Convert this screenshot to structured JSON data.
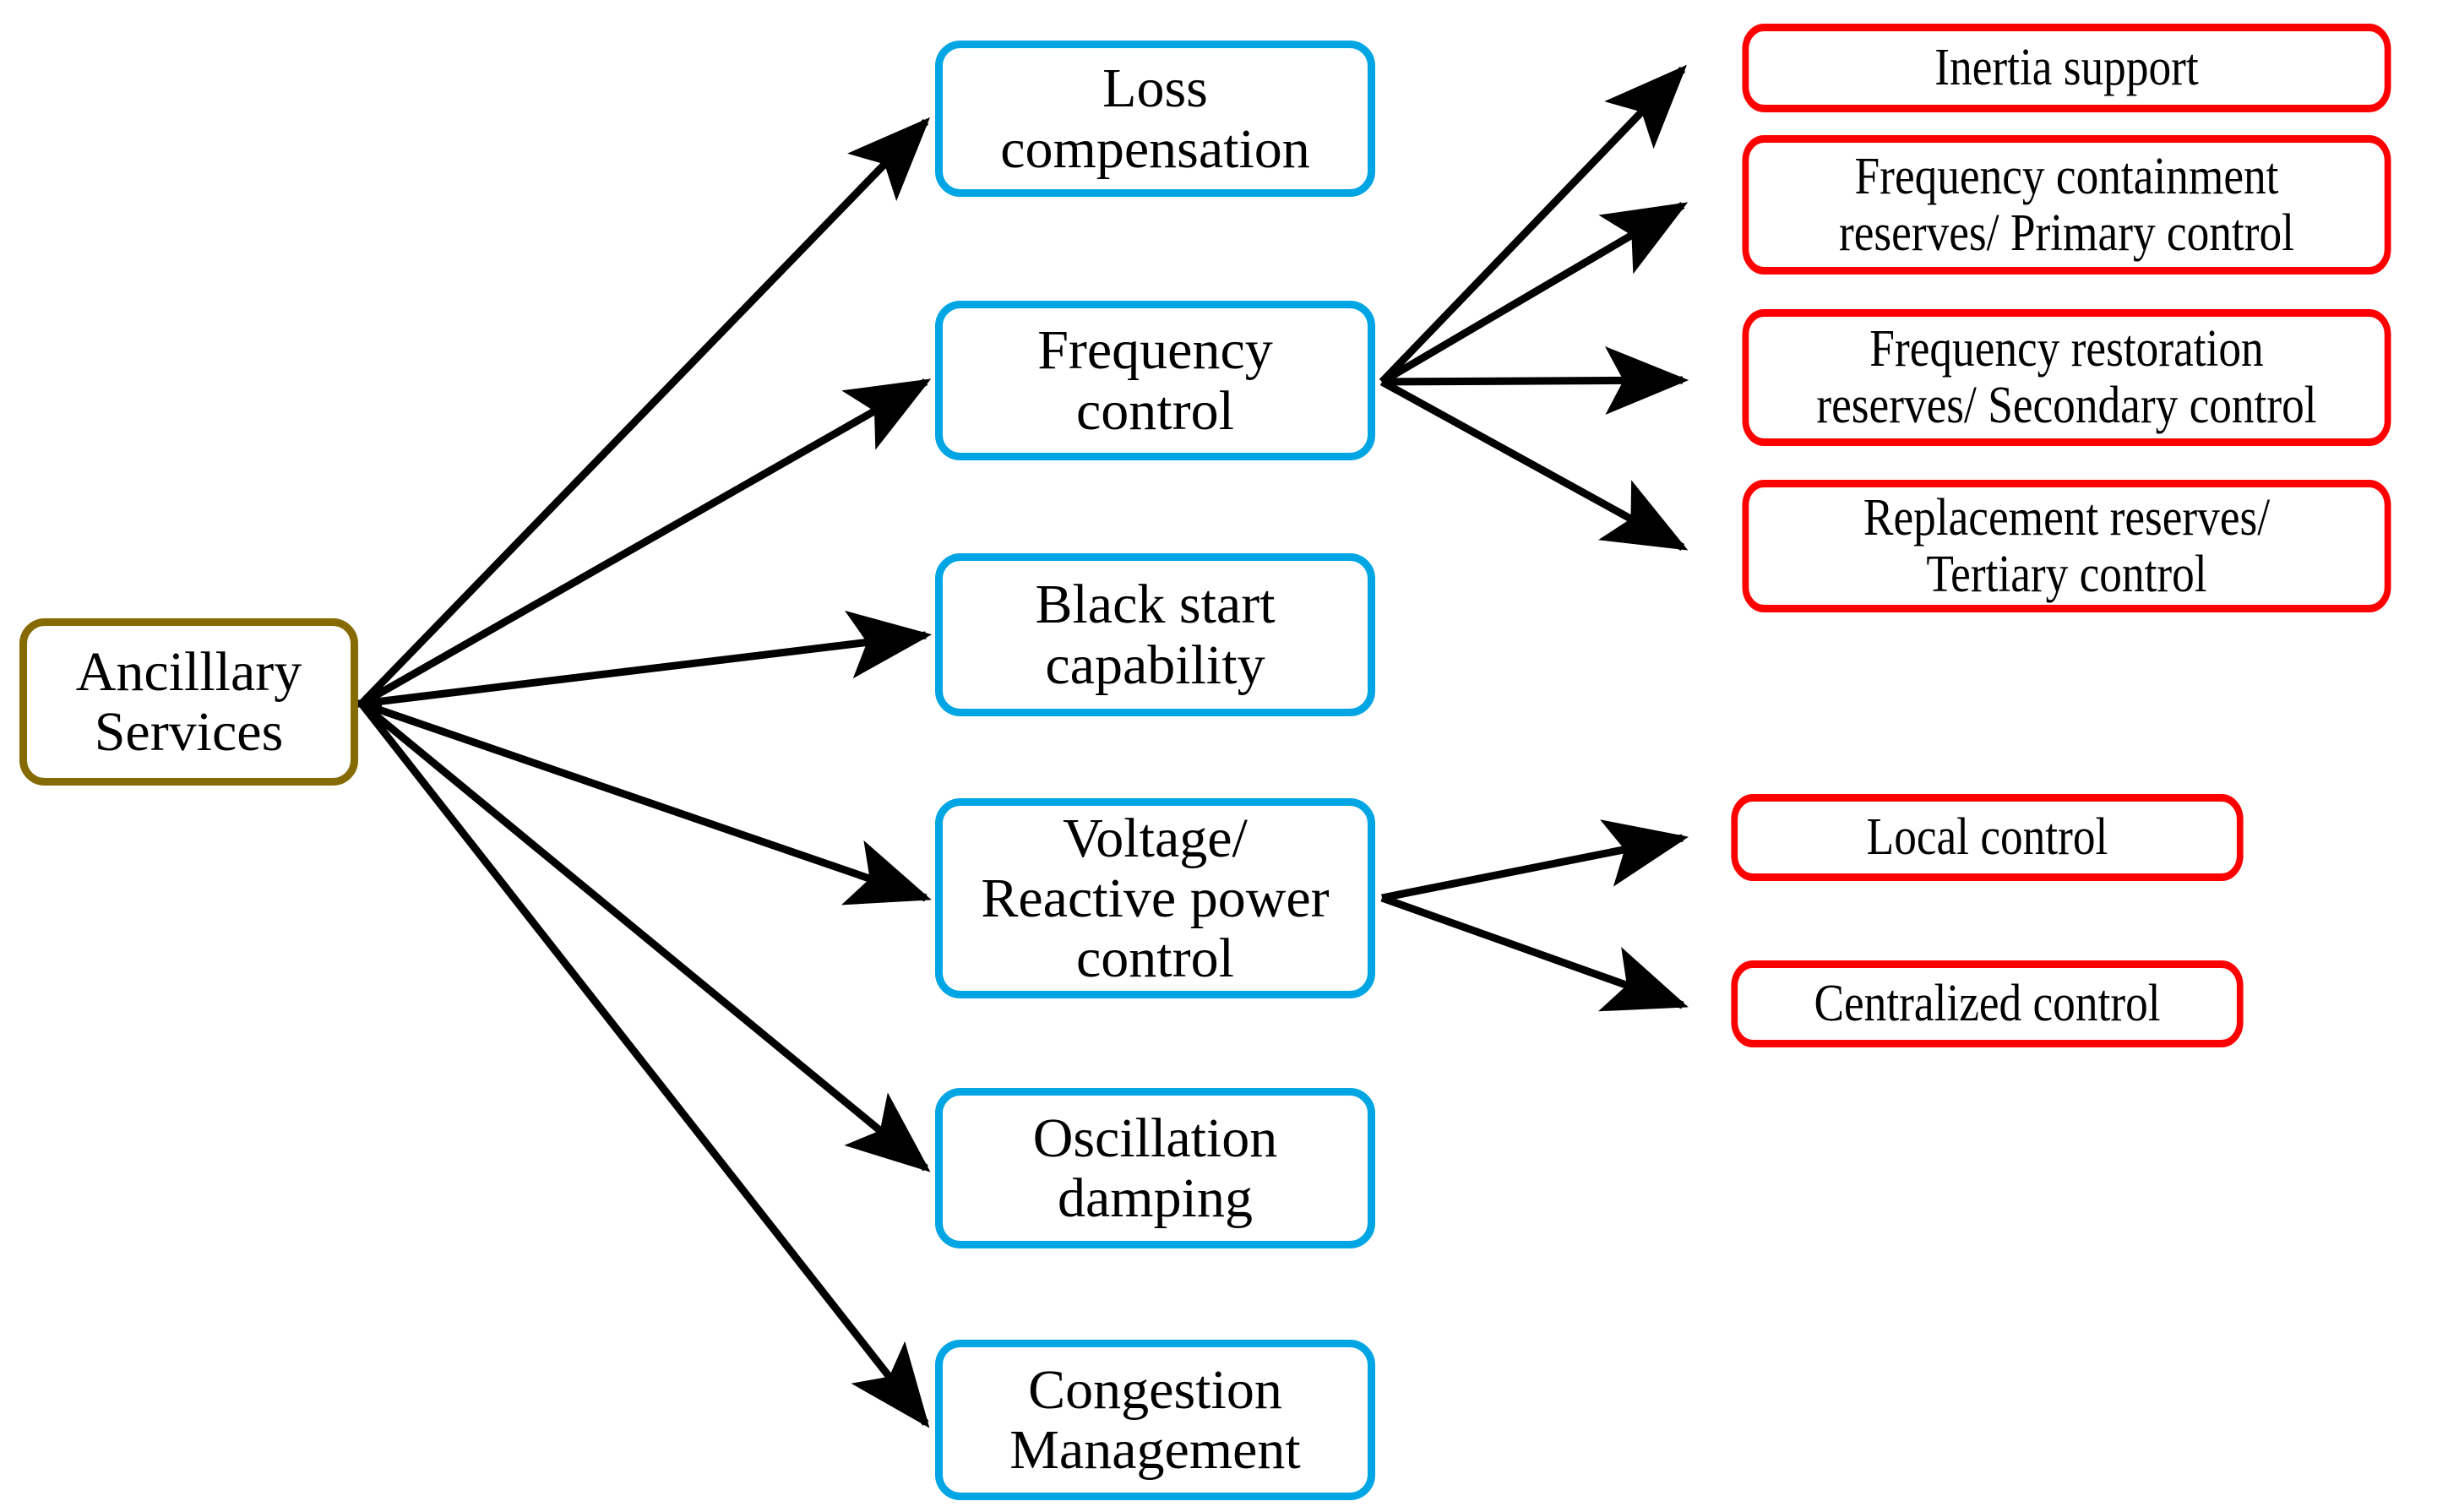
{
  "diagram": {
    "title": "Ancillary Services taxonomy",
    "type": "tree",
    "colors": {
      "root_border": "#866A04",
      "level1_border": "#00A5E3",
      "level2_border": "#FE0000",
      "edge": "#000000",
      "background": "#FFFFFF",
      "text": "#000000"
    }
  },
  "root": {
    "label": "Ancilllary\nServices"
  },
  "level1": [
    {
      "id": "loss-compensation",
      "label": "Loss\ncompensation"
    },
    {
      "id": "frequency-control",
      "label": "Frequency\ncontrol"
    },
    {
      "id": "black-start",
      "label": "Black start\ncapability"
    },
    {
      "id": "voltage-reactive",
      "label": "Voltage/\nReactive power\ncontrol"
    },
    {
      "id": "oscillation-damping",
      "label": "Oscillation\ndamping"
    },
    {
      "id": "congestion-management",
      "label": "Congestion\nManagement"
    }
  ],
  "level2_frequency": [
    {
      "id": "inertia-support",
      "label": "Inertia support"
    },
    {
      "id": "fcr-primary",
      "label": "Frequency containment\nreserves/ Primary control"
    },
    {
      "id": "frr-secondary",
      "label": "Frequency restoration\nreserves/  Secondary control"
    },
    {
      "id": "rr-tertiary",
      "label": "Replacement reserves/\nTertiary control"
    }
  ],
  "level2_voltage": [
    {
      "id": "local-control",
      "label": "Local control"
    },
    {
      "id": "centralized-control",
      "label": "Centralized control"
    }
  ],
  "edges": {
    "from_root": [
      "loss-compensation",
      "frequency-control",
      "black-start",
      "voltage-reactive",
      "oscillation-damping",
      "congestion-management"
    ],
    "from_frequency_control": [
      "inertia-support",
      "fcr-primary",
      "frr-secondary",
      "rr-tertiary"
    ],
    "from_voltage_reactive": [
      "local-control",
      "centralized-control"
    ]
  }
}
